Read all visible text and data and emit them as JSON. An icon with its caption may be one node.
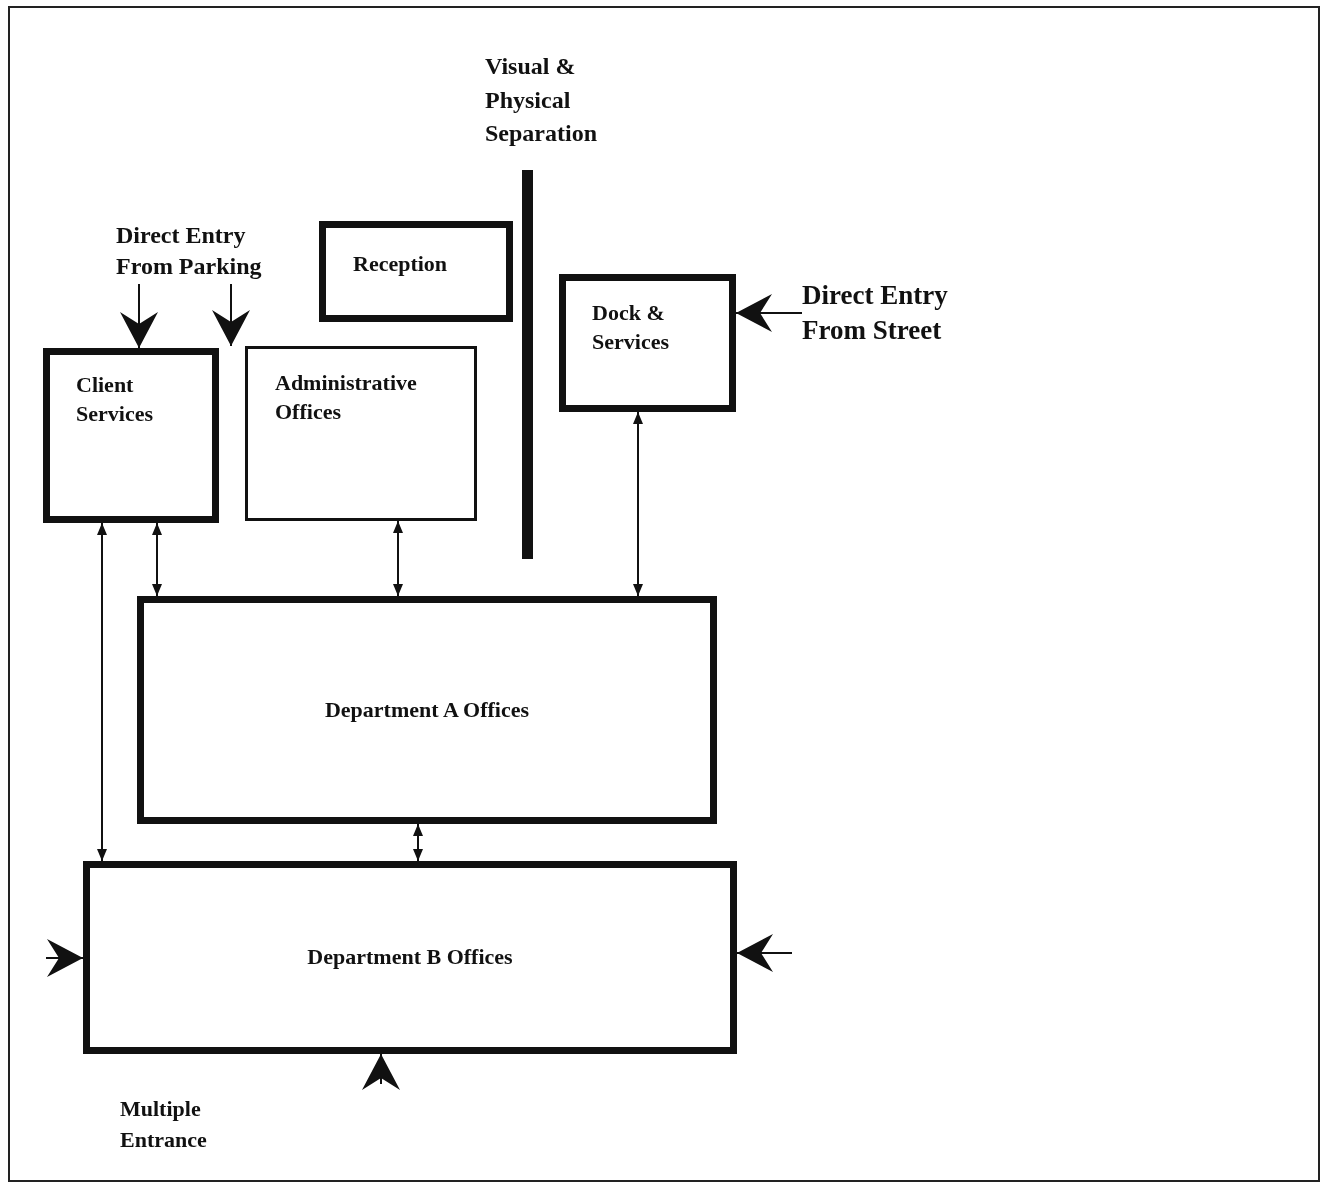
{
  "diagram": {
    "nodes": [
      {
        "text": [
          "Reception"
        ]
      },
      {
        "text": [
          "Direct Entry From Parking"
        ]
      },
      {
        "text": [
          "Dock & Services"
        ]
      },
      {
        "text": [
          "Direct Entry From Street"
        ]
      },
      {
        "text": [
          "Client Services"
        ]
      },
      {
        "text": [
          "Administrative Offices"
        ]
      },
      {
        "text": [
          "Department A Offices"
        ]
      },
      {
        "text": [
          "Department B Offices"
        ]
      }
    ],
    "edges": [
      {
        "from": 1,
        "to": 4,
        "arrow": "to"
      },
      {
        "from": 1,
        "to": 5,
        "arrow": "to"
      },
      {
        "from": 3,
        "to": 2,
        "arrow": "to"
      },
      {
        "from": 4,
        "to": 7,
        "arrow": "both"
      },
      {
        "from": 4,
        "to": 6,
        "arrow": "both"
      },
      {
        "from": 5,
        "to": 6,
        "arrow": "both"
      },
      {
        "from": 2,
        "to": 6,
        "arrow": "both"
      },
      {
        "from": 6,
        "to": 7,
        "arrow": "both"
      },
      {
        "from": null,
        "to": 7,
        "arrow": "to"
      },
      {
        "from": null,
        "to": 7,
        "arrow": "to"
      },
      {
        "from": null,
        "to": 7,
        "arrow": "to"
      }
    ],
    "labels": [
      "Visual & Physical Separation",
      "Multiple Entrance"
    ]
  }
}
